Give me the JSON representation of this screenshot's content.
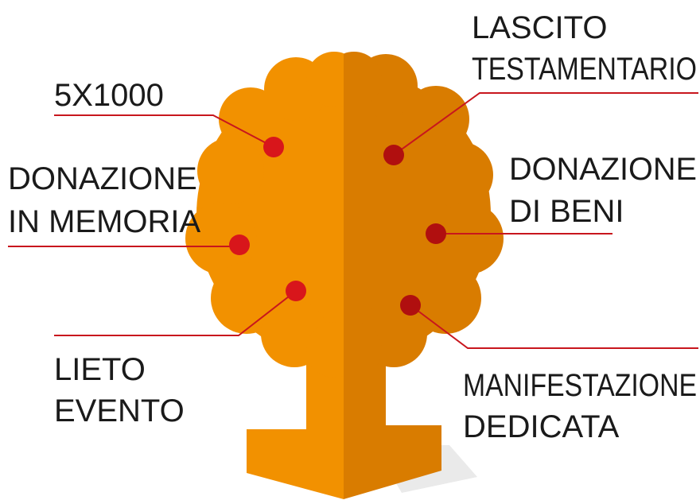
{
  "diagram": {
    "colors": {
      "tree_left": "#F29100",
      "tree_right": "#D97C00",
      "dot_left": "#D8161B",
      "dot_right": "#B00F0F",
      "line": "#C8161D",
      "shadow": "#E6E6E6",
      "text": "#1a1a1a"
    },
    "labels": {
      "five_per_thousand": "5X1000",
      "memorial_line1": "DONAZIONE",
      "memorial_line2": "IN MEMORIA",
      "happy_event_line1": "LIETO",
      "happy_event_line2": "EVENTO",
      "bequest_line1": "LASCITO",
      "bequest_line2": "TESTAMENTARIO",
      "goods_line1": "DONAZIONE",
      "goods_line2": "DI BENI",
      "dedicated_event_line1": "MANIFESTAZIONE",
      "dedicated_event_line2": "DEDICATA"
    }
  }
}
